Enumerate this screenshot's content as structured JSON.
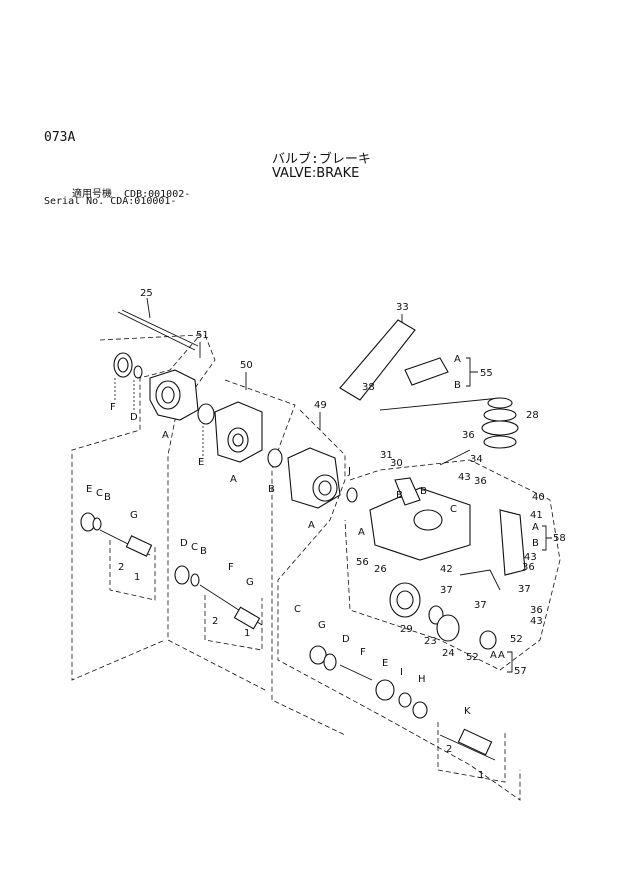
{
  "header": {
    "page_code": "073A",
    "title_jp": "バルブ:ブレーキ",
    "title_en": "VALVE:BRAKE",
    "serial_line_1": "適用号機  CDB:001002-",
    "serial_line_2": "Serial No. CDA:010001-"
  },
  "callouts": {
    "n25": "25",
    "n51": "51",
    "n50": "50",
    "n49": "49",
    "n33": "33",
    "n55": "55",
    "n28": "28",
    "n38": "38",
    "n36a": "36",
    "n34": "34",
    "n31": "31",
    "n30": "30",
    "n43a": "43",
    "n36b": "36",
    "n40": "40",
    "n41": "41",
    "n58": "58",
    "n43b": "43",
    "n36c": "36",
    "n56": "56",
    "n26": "26",
    "n42": "42",
    "n37a": "37",
    "n37b": "37",
    "n37c": "37",
    "n29": "29",
    "n23": "23",
    "n24": "24",
    "n36d": "36",
    "n43c": "43",
    "n52a": "52",
    "n52b": "52",
    "n57": "57",
    "n1a": "1",
    "n2a": "2",
    "n1b": "1",
    "n2b": "2",
    "n1c": "1",
    "n2c": "2",
    "lA1": "A",
    "lF1": "F",
    "lD1": "D",
    "lE1": "E",
    "lC1": "C",
    "lB1": "B",
    "lG1": "G",
    "lA2": "A",
    "lE2": "E",
    "lD2": "D",
    "lC2": "C",
    "lB2": "B",
    "lF2": "F",
    "lG2": "G",
    "lA3": "A",
    "lB3": "B",
    "lJ": "J",
    "lC3": "C",
    "lG3": "G",
    "lD3": "D",
    "lE3": "E",
    "lF3": "F",
    "lI": "I",
    "lH": "H",
    "lK": "K",
    "lA4": "A",
    "lB4": "B",
    "lA5": "A",
    "lB5": "B",
    "lA6": "A",
    "lB6": "B",
    "lC6": "C",
    "lA7": "A",
    "lB7": "B",
    "lA8": "A"
  }
}
